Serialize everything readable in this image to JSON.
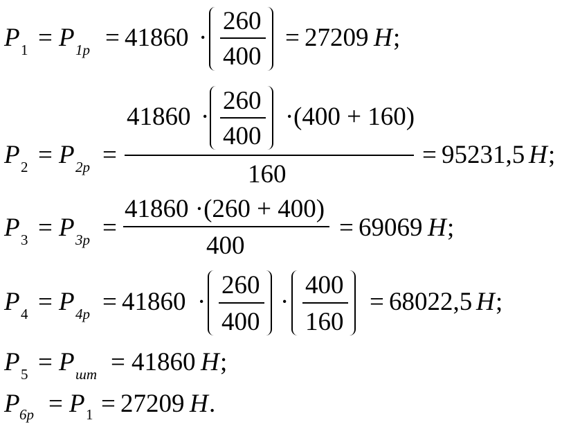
{
  "equations": {
    "e1": {
      "sym": "P",
      "sub": "1",
      "sub_p": "1р",
      "coef": "41860",
      "num": "260",
      "den": "400",
      "result": "27209",
      "unit": "Н",
      "end": ";"
    },
    "e2": {
      "sym": "P",
      "sub": "2",
      "sub_p": "2р",
      "coef": "41860",
      "num": "260",
      "den": "400",
      "paren_expr": "(400 + 160)",
      "denom": "160",
      "result": "95231,5",
      "unit": "Н",
      "end": ";"
    },
    "e3": {
      "sym": "P",
      "sub": "3",
      "sub_p": "3р",
      "numer": "41860 ·(260 + 400)",
      "denom": "400",
      "result": "69069",
      "unit": "Н",
      "end": ";"
    },
    "e4": {
      "sym": "P",
      "sub": "4",
      "sub_p": "4р",
      "coef": "41860",
      "num1": "260",
      "den1": "400",
      "num2": "400",
      "den2": "160",
      "result": "68022,5",
      "unit": "Н",
      "end": ";"
    },
    "e5": {
      "sym": "P",
      "sub": "5",
      "sub_p": "шт",
      "result": "41860",
      "unit": "Н",
      "end": ";"
    },
    "e6": {
      "sym": "P",
      "sub": "6р",
      "sub_rhs": "1",
      "result": "27209",
      "unit": "Н",
      "end": "."
    }
  },
  "ops": {
    "eq": "=",
    "dot": "·"
  }
}
